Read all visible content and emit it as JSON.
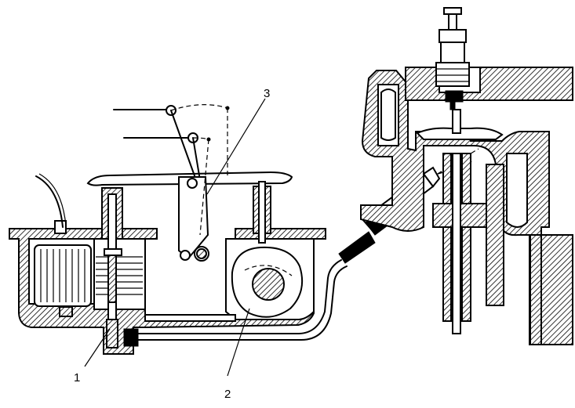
{
  "labels": {
    "part_1": "1",
    "part_2": "2",
    "part_3": "3"
  }
}
